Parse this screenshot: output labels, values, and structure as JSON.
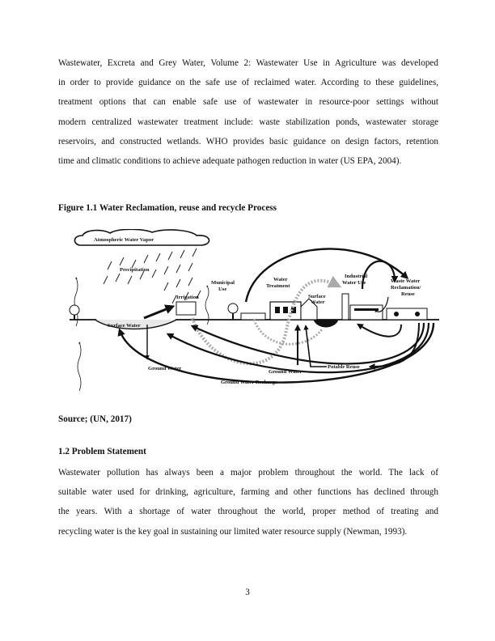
{
  "paragraph1": {
    "lines": [
      "Wastewater, Excreta and Grey Water, Volume 2: Wastewater Use in Agriculture was developed",
      "in order to provide guidance on the safe use of reclaimed water. According to these guidelines,",
      "treatment options that can enable safe use of wastewater in resource-poor settings without",
      "modern centralized wastewater treatment include: waste stabilization ponds, wastewater storage",
      "reservoirs, and constructed wetlands. WHO provides basic guidance on design factors, retention",
      "time and climatic conditions to achieve adequate pathogen reduction in water (US EPA, 2004)."
    ]
  },
  "figure": {
    "caption": "Figure 1.1 Water Reclamation, reuse and recycle Process",
    "labels": {
      "atmospheric": "Atmospheric Water Vapor",
      "precipitation": "Precipitation",
      "irrigation": "Irrigation",
      "municipal_1": "Municipal",
      "municipal_2": "Use",
      "treatment_1": "Water",
      "treatment_2": "Treatment",
      "surface_right_1": "Surface",
      "surface_right_2": "Water",
      "industrial_1": "Industrial",
      "industrial_2": "Water Use",
      "reclamation_1": "Waste Water",
      "reclamation_2": "Reclamation/",
      "reclamation_3": "Reuse",
      "surface_left": "Surface Water",
      "ground_left": "Ground Water",
      "ground_mid": "Ground Water",
      "potable": "Potable Reuse",
      "recharge": "Ground Water Recharge"
    },
    "source": "Source; (UN, 2017)"
  },
  "section": {
    "heading": "1.2 Problem Statement",
    "lines": [
      "Wastewater pollution has always been a major problem throughout the world. The lack of",
      "suitable water used for drinking, agriculture, farming and other functions has declined through",
      "the years. With a shortage of water throughout the world, proper method of treating and",
      "recycling water is the key goal in sustaining our limited water resource supply (Newman, 1993)."
    ]
  },
  "page_number": "3"
}
